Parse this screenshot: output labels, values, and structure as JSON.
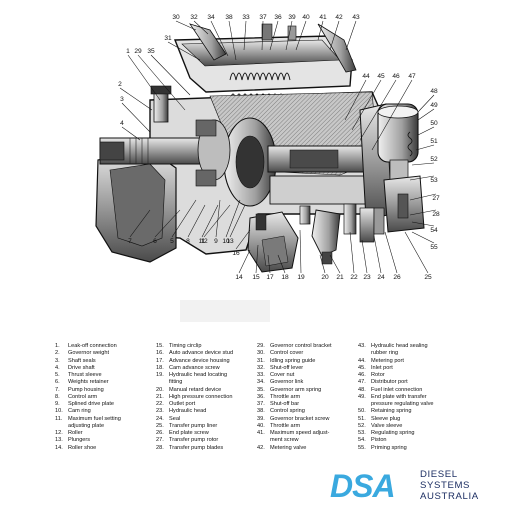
{
  "colors": {
    "brand_blue": "#3aa9df",
    "brand_navy": "#1d2f63",
    "diagram_ink": "#1a1a1a",
    "metal_mid": "#8a8a8a",
    "metal_light": "#d4d4d4"
  },
  "diagram": {
    "callouts": [
      "1",
      "2",
      "3",
      "4",
      "5",
      "6",
      "7",
      "8",
      "9",
      "10",
      "11",
      "12",
      "13",
      "14",
      "15",
      "16",
      "17",
      "18",
      "19",
      "20",
      "21",
      "22",
      "23",
      "24",
      "25",
      "26",
      "27",
      "28",
      "29",
      "30",
      "31",
      "32",
      "33",
      "34",
      "35",
      "36",
      "37",
      "38",
      "39",
      "40",
      "41",
      "42",
      "43",
      "44",
      "45",
      "46",
      "47",
      "48",
      "49",
      "50",
      "51",
      "52",
      "53",
      "54",
      "55"
    ]
  },
  "legend": {
    "columns": [
      [
        {
          "n": "1.",
          "t": "Leak-off connection"
        },
        {
          "n": "2.",
          "t": "Governor weight"
        },
        {
          "n": "3.",
          "t": "Shaft seals"
        },
        {
          "n": "4.",
          "t": "Drive shaft"
        },
        {
          "n": "5.",
          "t": "Thrust sleeve"
        },
        {
          "n": "6.",
          "t": "Weights retainer"
        },
        {
          "n": "7.",
          "t": "Pump housing"
        },
        {
          "n": "8.",
          "t": "Control arm"
        },
        {
          "n": "9.",
          "t": "Splined drive plate"
        },
        {
          "n": "10.",
          "t": "Cam ring"
        },
        {
          "n": "11.",
          "t": "Maximum fuel setting"
        },
        {
          "n": "",
          "t": "adjusting plate"
        },
        {
          "n": "12.",
          "t": "Roller"
        },
        {
          "n": "13.",
          "t": "Plungers"
        },
        {
          "n": "14.",
          "t": "Roller shoe"
        }
      ],
      [
        {
          "n": "15.",
          "t": "Timing circlip"
        },
        {
          "n": "16.",
          "t": "Auto advance device stud"
        },
        {
          "n": "17.",
          "t": "Advance device housing"
        },
        {
          "n": "18.",
          "t": "Cam advance screw"
        },
        {
          "n": "19.",
          "t": "Hydraulic head locating"
        },
        {
          "n": "",
          "t": "fitting"
        },
        {
          "n": "20.",
          "t": "Manual retard device"
        },
        {
          "n": "21.",
          "t": "High pressure connection"
        },
        {
          "n": "22.",
          "t": "Outlet port"
        },
        {
          "n": "23.",
          "t": "Hydraulic head"
        },
        {
          "n": "24.",
          "t": "Seal"
        },
        {
          "n": "25.",
          "t": "Transfer pump liner"
        },
        {
          "n": "26.",
          "t": "End plate screw"
        },
        {
          "n": "27.",
          "t": "Transfer pump rotor"
        },
        {
          "n": "28.",
          "t": "Transfer pump blades"
        }
      ],
      [
        {
          "n": "29.",
          "t": "Governor control bracket"
        },
        {
          "n": "30.",
          "t": "Control cover"
        },
        {
          "n": "31.",
          "t": "Idling spring guide"
        },
        {
          "n": "32.",
          "t": "Shut-off lever"
        },
        {
          "n": "33.",
          "t": "Cover nut"
        },
        {
          "n": "34.",
          "t": "Governor link"
        },
        {
          "n": "35.",
          "t": "Governor arm spring"
        },
        {
          "n": "36.",
          "t": "Throttle arm"
        },
        {
          "n": "37.",
          "t": "Shut-off bar"
        },
        {
          "n": "38.",
          "t": "Control spring"
        },
        {
          "n": "39.",
          "t": "Governor bracket screw"
        },
        {
          "n": "40.",
          "t": "Throttle arm"
        },
        {
          "n": "41.",
          "t": "Maximum speed adjust-"
        },
        {
          "n": "",
          "t": "ment screw"
        },
        {
          "n": "42.",
          "t": "Metering valve"
        }
      ],
      [
        {
          "n": "43.",
          "t": "Hydraulic head sealing"
        },
        {
          "n": "",
          "t": "rubber ring"
        },
        {
          "n": "44.",
          "t": "Metering port"
        },
        {
          "n": "45.",
          "t": "Inlet port"
        },
        {
          "n": "46.",
          "t": "Rotor"
        },
        {
          "n": "47.",
          "t": "Distributor port"
        },
        {
          "n": "48.",
          "t": "Fuel inlet connection"
        },
        {
          "n": "49.",
          "t": "End plate with transfer"
        },
        {
          "n": "",
          "t": "pressure regulating valve"
        },
        {
          "n": "50.",
          "t": "Retaining spring"
        },
        {
          "n": "51.",
          "t": "Sleeve plug"
        },
        {
          "n": "52.",
          "t": "Valve sleeve"
        },
        {
          "n": "53.",
          "t": "Regulating spring"
        },
        {
          "n": "54.",
          "t": "Piston"
        },
        {
          "n": "55.",
          "t": "Priming spring"
        }
      ]
    ]
  },
  "brand": {
    "logo_text": "DSA",
    "line1": "DIESEL",
    "line2": "SYSTEMS",
    "line3": "AUSTRALIA"
  }
}
